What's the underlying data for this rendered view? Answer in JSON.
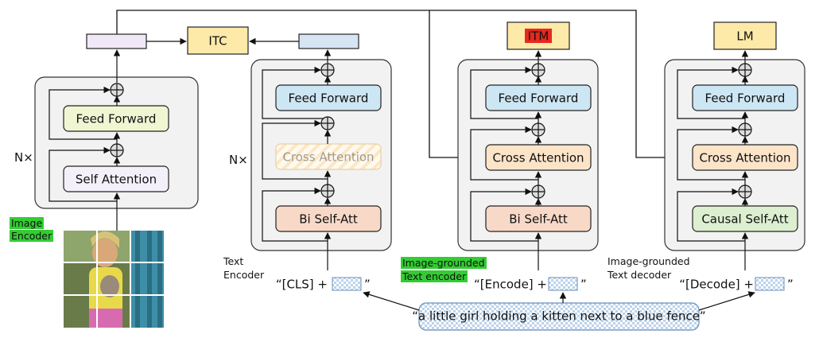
{
  "image_encoder": {
    "label_line1": "Image",
    "label_line2": "Encoder",
    "repeat": "N×",
    "self_attention": "Self Attention",
    "feed_forward": "Feed Forward"
  },
  "text_encoder": {
    "label_line1": "Text",
    "label_line2": "Encoder",
    "repeat": "N×",
    "bi_self_att": "Bi Self-Att",
    "cross_attention": "Cross Attention",
    "feed_forward": "Feed Forward",
    "input_prefix": "“[CLS] +",
    "input_suffix": "”"
  },
  "grounded_encoder": {
    "label_line1": "Image-grounded",
    "label_line2": "Text encoder",
    "bi_self_att": "Bi Self-Att",
    "cross_attention": "Cross Attention",
    "feed_forward": "Feed Forward",
    "input_prefix": "“[Encode] +",
    "input_suffix": "”"
  },
  "grounded_decoder": {
    "label_line1": "Image-grounded",
    "label_line2": "Text decoder",
    "causal_self_att": "Causal Self-Att",
    "cross_attention": "Cross Attention",
    "feed_forward": "Feed Forward",
    "input_prefix": "“[Decode] +",
    "input_suffix": "”"
  },
  "losses": {
    "itc": "ITC",
    "itm": "ITM",
    "lm": "LM"
  },
  "caption": "“a little girl holding a kitten next to a blue fence”",
  "colors": {
    "feed_forward_img": "#f0f6d2",
    "self_attention_img": "#f4f0fa",
    "feed_forward_text": "#cde6f4",
    "bi_self_att": "#f8d9c8",
    "cross_attention": "#fce4c8",
    "causal_self_att": "#dcefd0",
    "loss_box": "#fde9a8",
    "itm_highlight": "#e8281e",
    "label_highlight": "#33cc33"
  }
}
